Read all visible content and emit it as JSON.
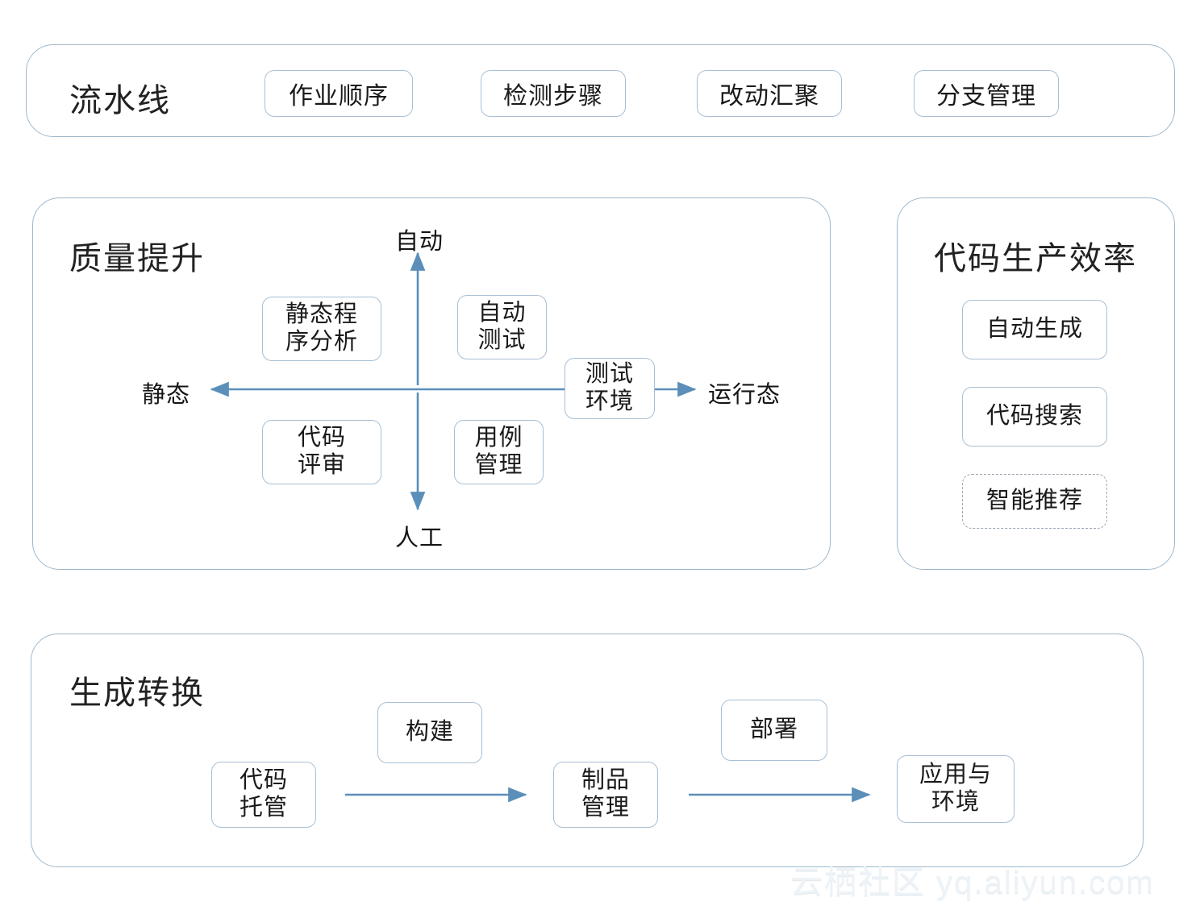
{
  "diagram": {
    "title_hidden": "",
    "accent_border": "#a8bfd4",
    "panel_border": "#9fb8cc",
    "arrow_color": "#5b8fb9",
    "watermark": "云栖社区 yq.aliyun.com"
  },
  "pipeline": {
    "title": "流水线",
    "chips": [
      {
        "label": "作业顺序"
      },
      {
        "label": "检测步骤"
      },
      {
        "label": "改动汇聚"
      },
      {
        "label": "分支管理"
      }
    ]
  },
  "quality": {
    "title": "质量提升",
    "axes": {
      "top": "自动",
      "bottom": "人工",
      "left": "静态",
      "right": "运行态"
    },
    "nodes": [
      {
        "lines": [
          "静态程",
          "序分析"
        ]
      },
      {
        "lines": [
          "自动",
          "测试"
        ]
      },
      {
        "lines": [
          "代码",
          "评审"
        ]
      },
      {
        "lines": [
          "用例",
          "管理"
        ]
      },
      {
        "lines": [
          "测试",
          "环境"
        ]
      }
    ]
  },
  "code_efficiency": {
    "title": "代码生产效率",
    "items": [
      {
        "label": "自动生成",
        "style": "solid"
      },
      {
        "label": "代码搜索",
        "style": "solid"
      },
      {
        "label": "智能推荐",
        "style": "dashed"
      }
    ]
  },
  "build_deploy": {
    "title": "生成转换",
    "stages": [
      {
        "lines": [
          "代码",
          "托管"
        ]
      },
      {
        "lines": [
          "制品",
          "管理"
        ]
      },
      {
        "lines": [
          "应用与",
          "环境"
        ]
      }
    ],
    "edge_labels": [
      {
        "label": "构建"
      },
      {
        "label": "部署"
      }
    ]
  }
}
